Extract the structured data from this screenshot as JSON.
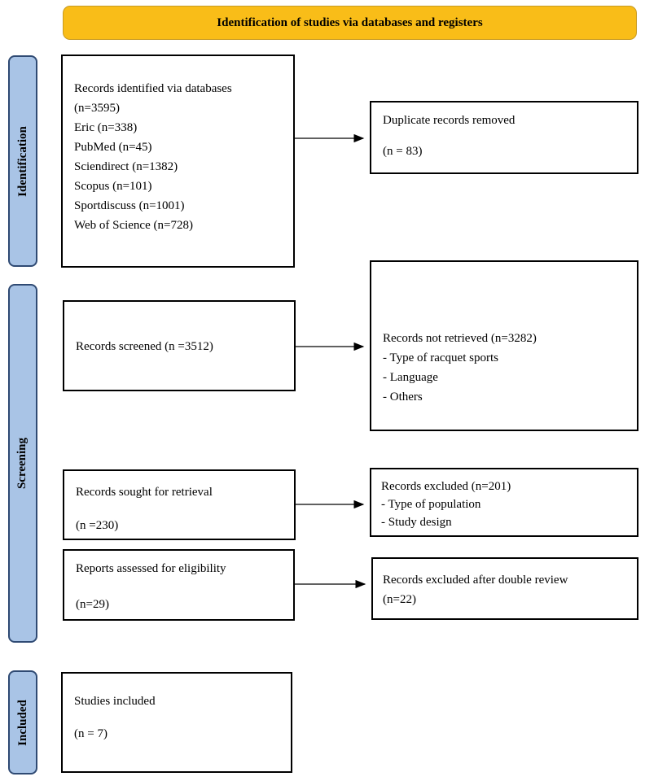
{
  "header": {
    "title": "Identification of studies via databases and registers"
  },
  "phases": {
    "identification": "Identification",
    "screening": "Screening",
    "included": "Included"
  },
  "identification": {
    "records_title": "Records identified via databases",
    "records_total": "(n=3595)",
    "sources": [
      "Eric (n=338)",
      "PubMed (n=45)",
      "Sciendirect (n=1382)",
      "Scopus (n=101)",
      "Sportdiscuss (n=1001)",
      "Web of Science (n=728)"
    ],
    "duplicates_title": "Duplicate records removed",
    "duplicates_count": "(n = 83)"
  },
  "screening": {
    "screened": "Records screened (n =3512)",
    "not_retrieved_title": "Records not retrieved (n=3282)",
    "not_retrieved_reasons": [
      "- Type of racquet sports",
      "- Language",
      "- Others"
    ],
    "sought_title": "Records sought for retrieval",
    "sought_count": "(n =230)",
    "excluded_title": "Records excluded (n=201)",
    "excluded_reasons": [
      "- Type of population",
      "- Study design"
    ],
    "assessed_title": "Reports assessed for eligibility",
    "assessed_count": "(n=29)",
    "excluded_review_title": "Records excluded after double review",
    "excluded_review_count": "(n=22)"
  },
  "included": {
    "title": "Studies included",
    "count": "(n = 7)"
  }
}
